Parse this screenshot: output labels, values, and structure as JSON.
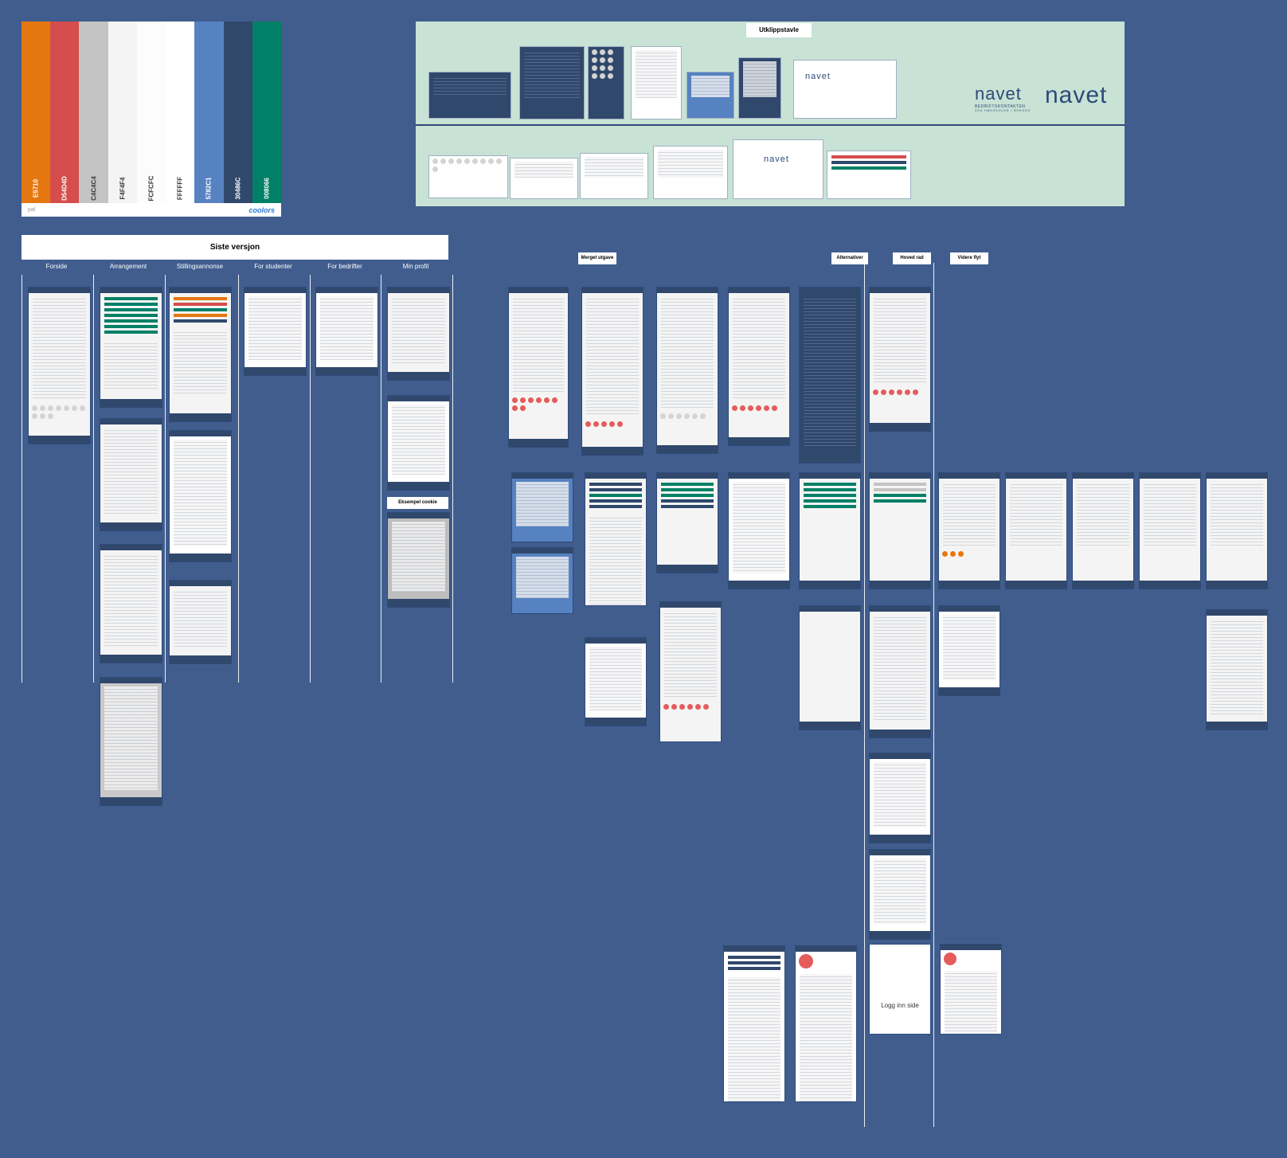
{
  "palette": {
    "swatches": [
      {
        "hex": "E5710",
        "color": "#e57710",
        "text": "#ffffff"
      },
      {
        "hex": "D54D4D",
        "color": "#d54d4d",
        "text": "#ffffff"
      },
      {
        "hex": "C4C4C4",
        "color": "#c4c4c4",
        "text": "#333333"
      },
      {
        "hex": "F4F4F4",
        "color": "#f4f4f4",
        "text": "#333333"
      },
      {
        "hex": "FCFCFC",
        "color": "#fcfcfc",
        "text": "#333333"
      },
      {
        "hex": "FFFFFF",
        "color": "#ffffff",
        "text": "#333333"
      },
      {
        "hex": "5782C1",
        "color": "#5782c1",
        "text": "#ffffff"
      },
      {
        "hex": "30486C",
        "color": "#30486c",
        "text": "#ffffff"
      },
      {
        "hex": "008066",
        "color": "#008066",
        "text": "#ffffff"
      }
    ],
    "footer_left": "pal",
    "brand": "coolors"
  },
  "clipboard": {
    "title": "Utklippstavle",
    "logo_text": "navet",
    "logo_sub": "BEDRIFTSKONTAKTEN",
    "logo_sub2": "VED HØGSKOLEN I BERGEN"
  },
  "latest": {
    "title": "Siste versjon",
    "columns": [
      "Forside",
      "Arrangement",
      "Stillingsannonse",
      "For studenter",
      "For bedrifter",
      "Min profil"
    ],
    "cookie_label": "Eksempel cookie"
  },
  "board_tags": {
    "merged": "Merget utgave",
    "alternatives": "Alternativer",
    "main_row": "Hoved rad",
    "further_flow": "Videre flyt"
  },
  "login_page_label": "Logg inn side",
  "colors": {
    "background": "#405d8e",
    "navy": "#30486c",
    "green": "#008066",
    "red": "#d54d4d",
    "orange": "#e57710",
    "mint": "#c8e2d5"
  }
}
